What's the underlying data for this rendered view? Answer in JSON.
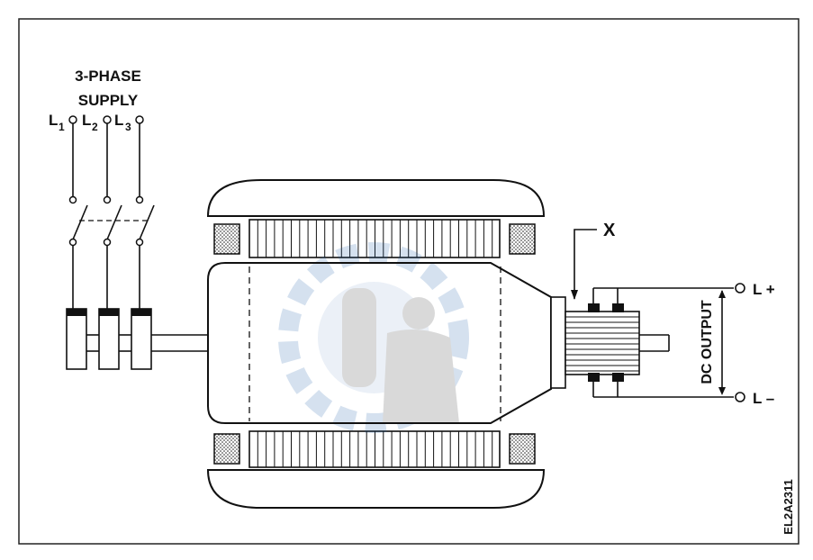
{
  "supply": {
    "title_line1": "3-PHASE",
    "title_line2": "SUPPLY",
    "phases": [
      {
        "letter": "L",
        "sub": "1"
      },
      {
        "letter": "L",
        "sub": "2"
      },
      {
        "letter": "L",
        "sub": "3"
      }
    ]
  },
  "labels": {
    "marker": "X",
    "dc_output": "DC OUTPUT",
    "positive": "L +",
    "negative": "L –",
    "figure_code": "EL2A2311"
  }
}
